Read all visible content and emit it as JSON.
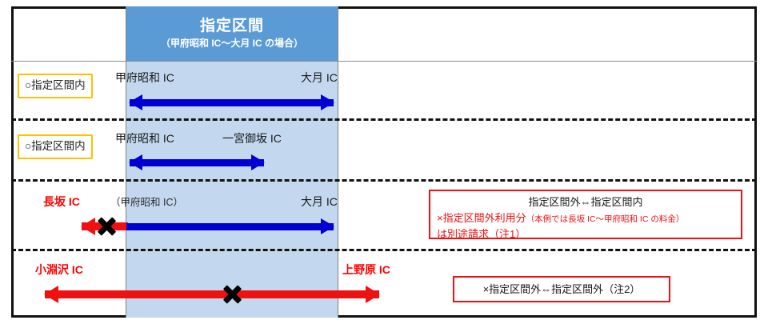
{
  "figure": {
    "band": {
      "title": "指定区間",
      "subtitle": "（甲府昭和 IC～大月 IC の場合）"
    },
    "rows": [
      {
        "id": "row-in-section-1",
        "tag": "○指定区間内",
        "left_label": "甲府昭和 IC",
        "right_label": "大月 IC",
        "arrow": "blue-double",
        "note": ""
      },
      {
        "id": "row-in-section-2",
        "tag": "○指定区間内",
        "left_label": "甲府昭和 IC",
        "right_label": "一宮御坂 IC",
        "arrow": "blue-double",
        "note": ""
      },
      {
        "id": "row-outside-to-inside",
        "tag": "",
        "outer_label": "長坂 IC",
        "left_label": "（甲府昭和 IC）",
        "right_label": "大月 IC",
        "arrow": "red-left-plus-blue-right",
        "x_mark": "×",
        "note": {
          "line1": "指定区間外⇔指定区間内",
          "line2_prefix": "×指定区間外利用分",
          "line2_small": "（本例では長坂 IC～甲府昭和 IC の料金）",
          "line3": "は別途請求（注1）"
        }
      },
      {
        "id": "row-outside-to-outside",
        "tag": "",
        "left_label": "小淵沢 IC",
        "right_label": "上野原 IC",
        "arrow": "red-double",
        "x_mark": "×",
        "note": {
          "line1": "×指定区間外⇔指定区間外（注2）"
        }
      }
    ],
    "colors": {
      "header_blue": "#5B9BD5",
      "band_blue": "#C3D8EF",
      "arrow_blue": "#0000D4",
      "arrow_red": "#EE1111",
      "tag_border_yellow": "#FFC000",
      "note_border_red": "#EE1111",
      "frame_black": "#111111"
    }
  }
}
